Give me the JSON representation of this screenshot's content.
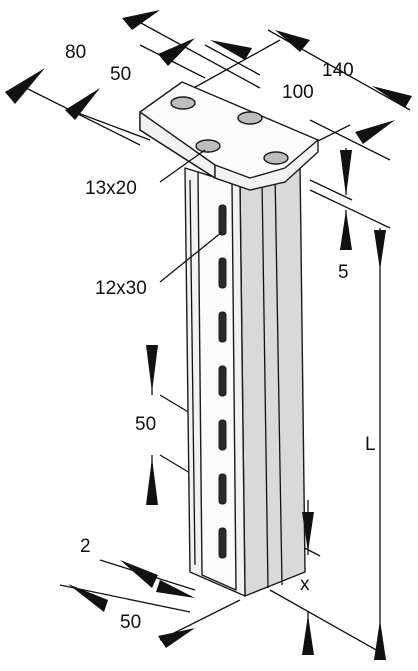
{
  "labels": {
    "dim_80": "80",
    "dim_50_top": "50",
    "dim_140": "140",
    "dim_100": "100",
    "hole_13x20": "13x20",
    "dim_5": "5",
    "slot_12x30": "12x30",
    "dim_50_pitch": "50",
    "dim_L": "L",
    "dim_2": "2",
    "dim_x": "x",
    "dim_50_bottom": "50"
  }
}
